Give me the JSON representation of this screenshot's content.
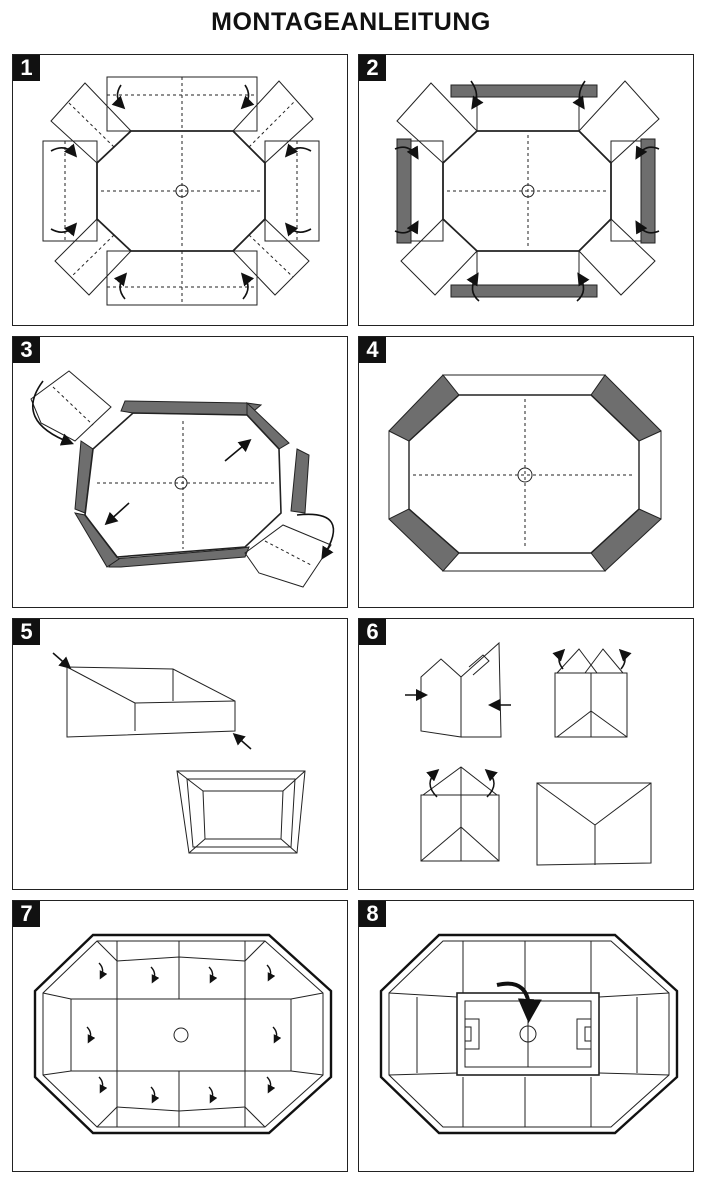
{
  "title": "MONTAGEANLEITUNG",
  "steps": [
    {
      "number": "1"
    },
    {
      "number": "2"
    },
    {
      "number": "3"
    },
    {
      "number": "4"
    },
    {
      "number": "5"
    },
    {
      "number": "6"
    },
    {
      "number": "7"
    },
    {
      "number": "8"
    }
  ],
  "colors": {
    "fill": "#6e6e6e",
    "line": "#222222",
    "badge": "#111111"
  }
}
